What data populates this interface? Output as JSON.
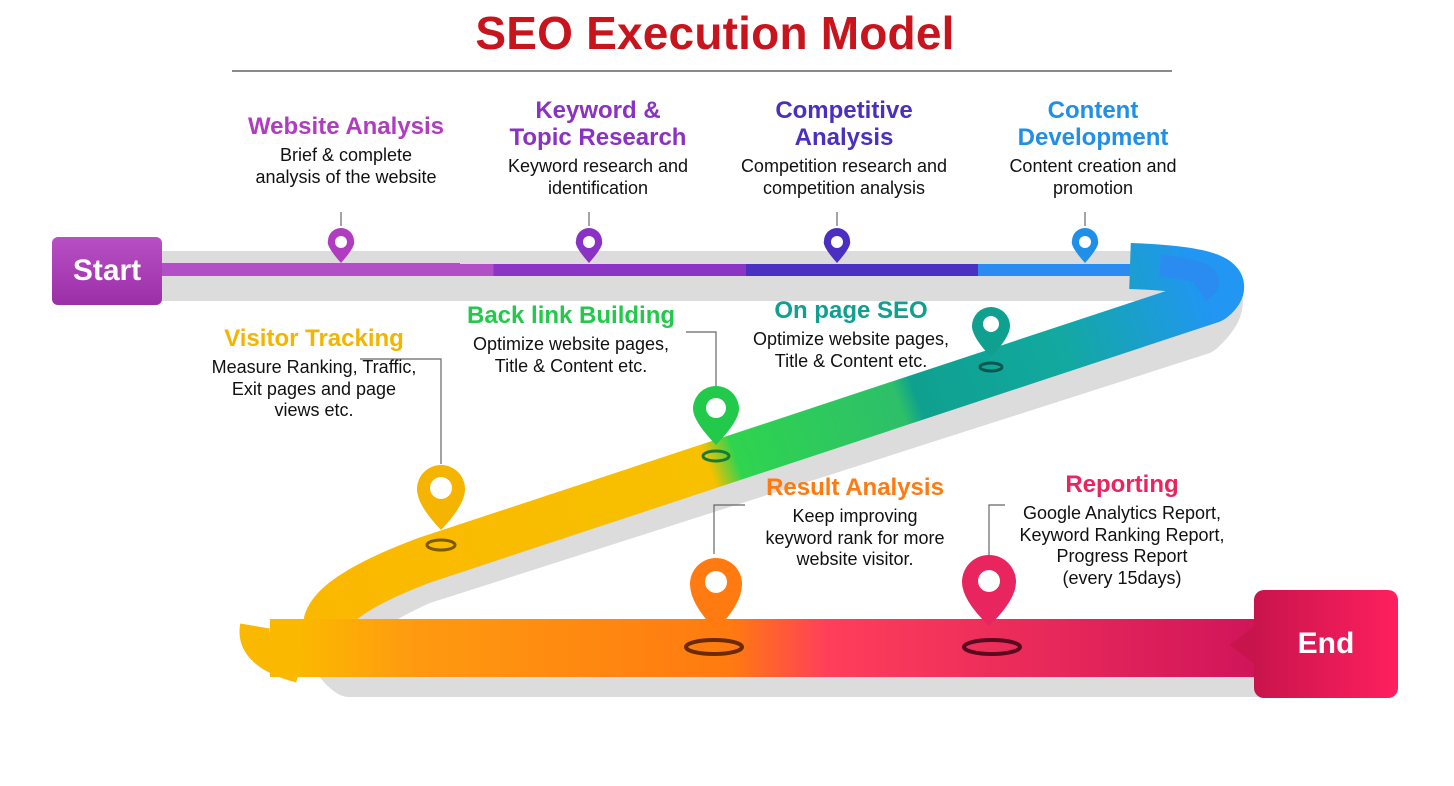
{
  "title": "SEO Execution Model",
  "start_label": "Start",
  "end_label": "End",
  "steps": [
    {
      "title": "Website Analysis",
      "desc": [
        "Brief & complete",
        "analysis of the website"
      ],
      "color": "#b03cc0"
    },
    {
      "title": [
        "Keyword &",
        "Topic Research"
      ],
      "desc": [
        "Keyword research and",
        "identification"
      ],
      "color": "#8a32c4"
    },
    {
      "title": [
        "Competitive",
        "Analysis"
      ],
      "desc": [
        "Competition research and",
        "competition analysis"
      ],
      "color": "#4a2fc0"
    },
    {
      "title": [
        "Content",
        "Development"
      ],
      "desc": [
        "Content creation and",
        "promotion"
      ],
      "color": "#1f8fe8"
    },
    {
      "title": "Visitor Tracking",
      "desc": [
        "Measure Ranking, Traffic,",
        "Exit pages and page",
        "views etc."
      ],
      "color": "#f5b400"
    },
    {
      "title": "Back link Building",
      "desc": [
        "Optimize website pages,",
        "Title & Content etc."
      ],
      "color": "#22c94b"
    },
    {
      "title": "On page SEO",
      "desc": [
        "Optimize website pages,",
        "Title & Content etc."
      ],
      "color": "#0fa08f"
    },
    {
      "title": "Result Analysis",
      "desc": [
        "Keep improving",
        "keyword rank for more",
        "website visitor."
      ],
      "color": "#ff7a10"
    },
    {
      "title": "Reporting",
      "desc": [
        "Google Analytics Report,",
        "Keyword Ranking Report,",
        "Progress Report",
        "(every 15days)"
      ],
      "color": "#e8255f"
    }
  ]
}
